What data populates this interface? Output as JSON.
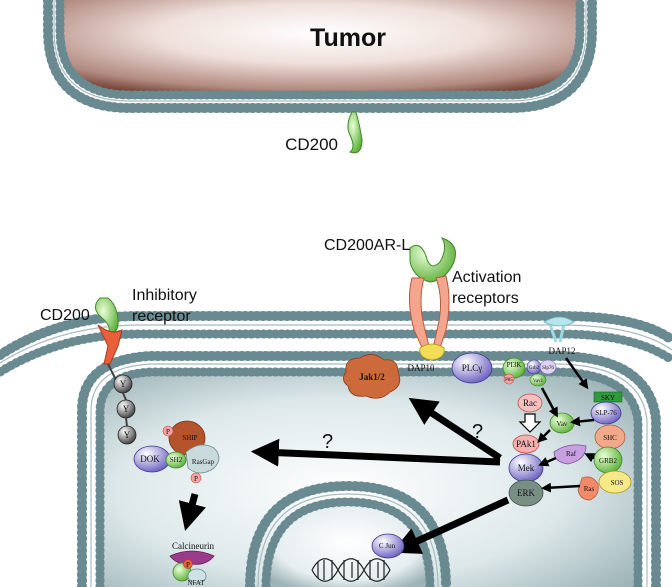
{
  "tumor": {
    "label": "Tumor"
  },
  "ligand_top": {
    "label": "CD200"
  },
  "ligand_left": {
    "label": "CD200"
  },
  "inhibitory_receptor": {
    "label_line1": "Inhibitory",
    "label_line2": "receptor"
  },
  "activating_ligand": {
    "label": "CD200AR-L"
  },
  "activation_receptors": {
    "label_line1": "Activation",
    "label_line2": "receptors"
  },
  "question_marks": [
    "?",
    "?"
  ],
  "inhibitory_pathway": {
    "tyrosines": [
      "Y",
      "Y",
      "Y"
    ],
    "dok": "DOK",
    "ship": "SHIP",
    "sh2": "SH2",
    "rasgap": "RasGap",
    "phospho": "P",
    "calcineurin": "Calcineurin",
    "nfat": "NFAT"
  },
  "activation_pathway": {
    "jak": "Jak1/2",
    "dap10": "DAP10",
    "plc": "PLCγ",
    "pi3k": "PI3K",
    "p85": "P85",
    "grb2_small": "Grb2",
    "slp76_small": "Slp76",
    "vav1": "Vav1",
    "rac": "Rac",
    "pak1": "PAk1",
    "mek": "Mek",
    "erk": "ERK",
    "vav": "Vav",
    "raf": "Raf",
    "dap12": "DAP12",
    "syk": "SKY",
    "slp76": "SLP-76",
    "shc": "SHC",
    "grb2": "GRB2",
    "sos": "SOS",
    "ras": "Ras",
    "cjun": "C Jun"
  },
  "colors": {
    "membrane_head": "#ffffff",
    "membrane_stroke": "#6a8a92",
    "cell_interior": "#c9dadd",
    "tumor_body": "#b98f85",
    "cd200_green": "#8fd06a",
    "receptor_red": "#e8603a",
    "ship_brown": "#b5532c",
    "jak_orange": "#cc6a3c"
  }
}
